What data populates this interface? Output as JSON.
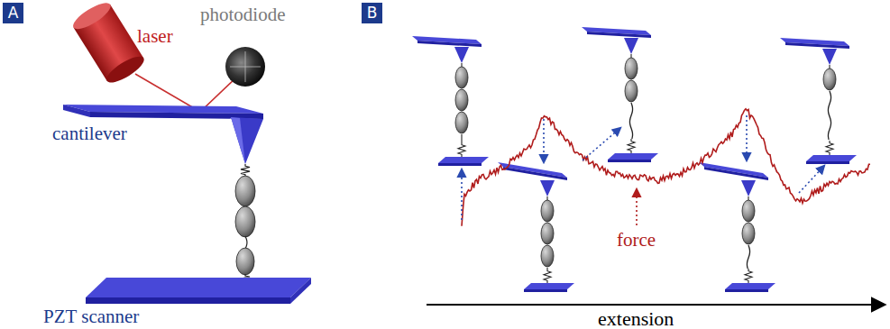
{
  "diagram": {
    "nodes": [
      {
        "text": [
          "A"
        ]
      },
      {
        "text": [
          "B"
        ]
      }
    ],
    "labels": [
      "laser",
      "photodiode",
      "cantilever",
      "PZT scanner",
      "force",
      "extension"
    ]
  }
}
